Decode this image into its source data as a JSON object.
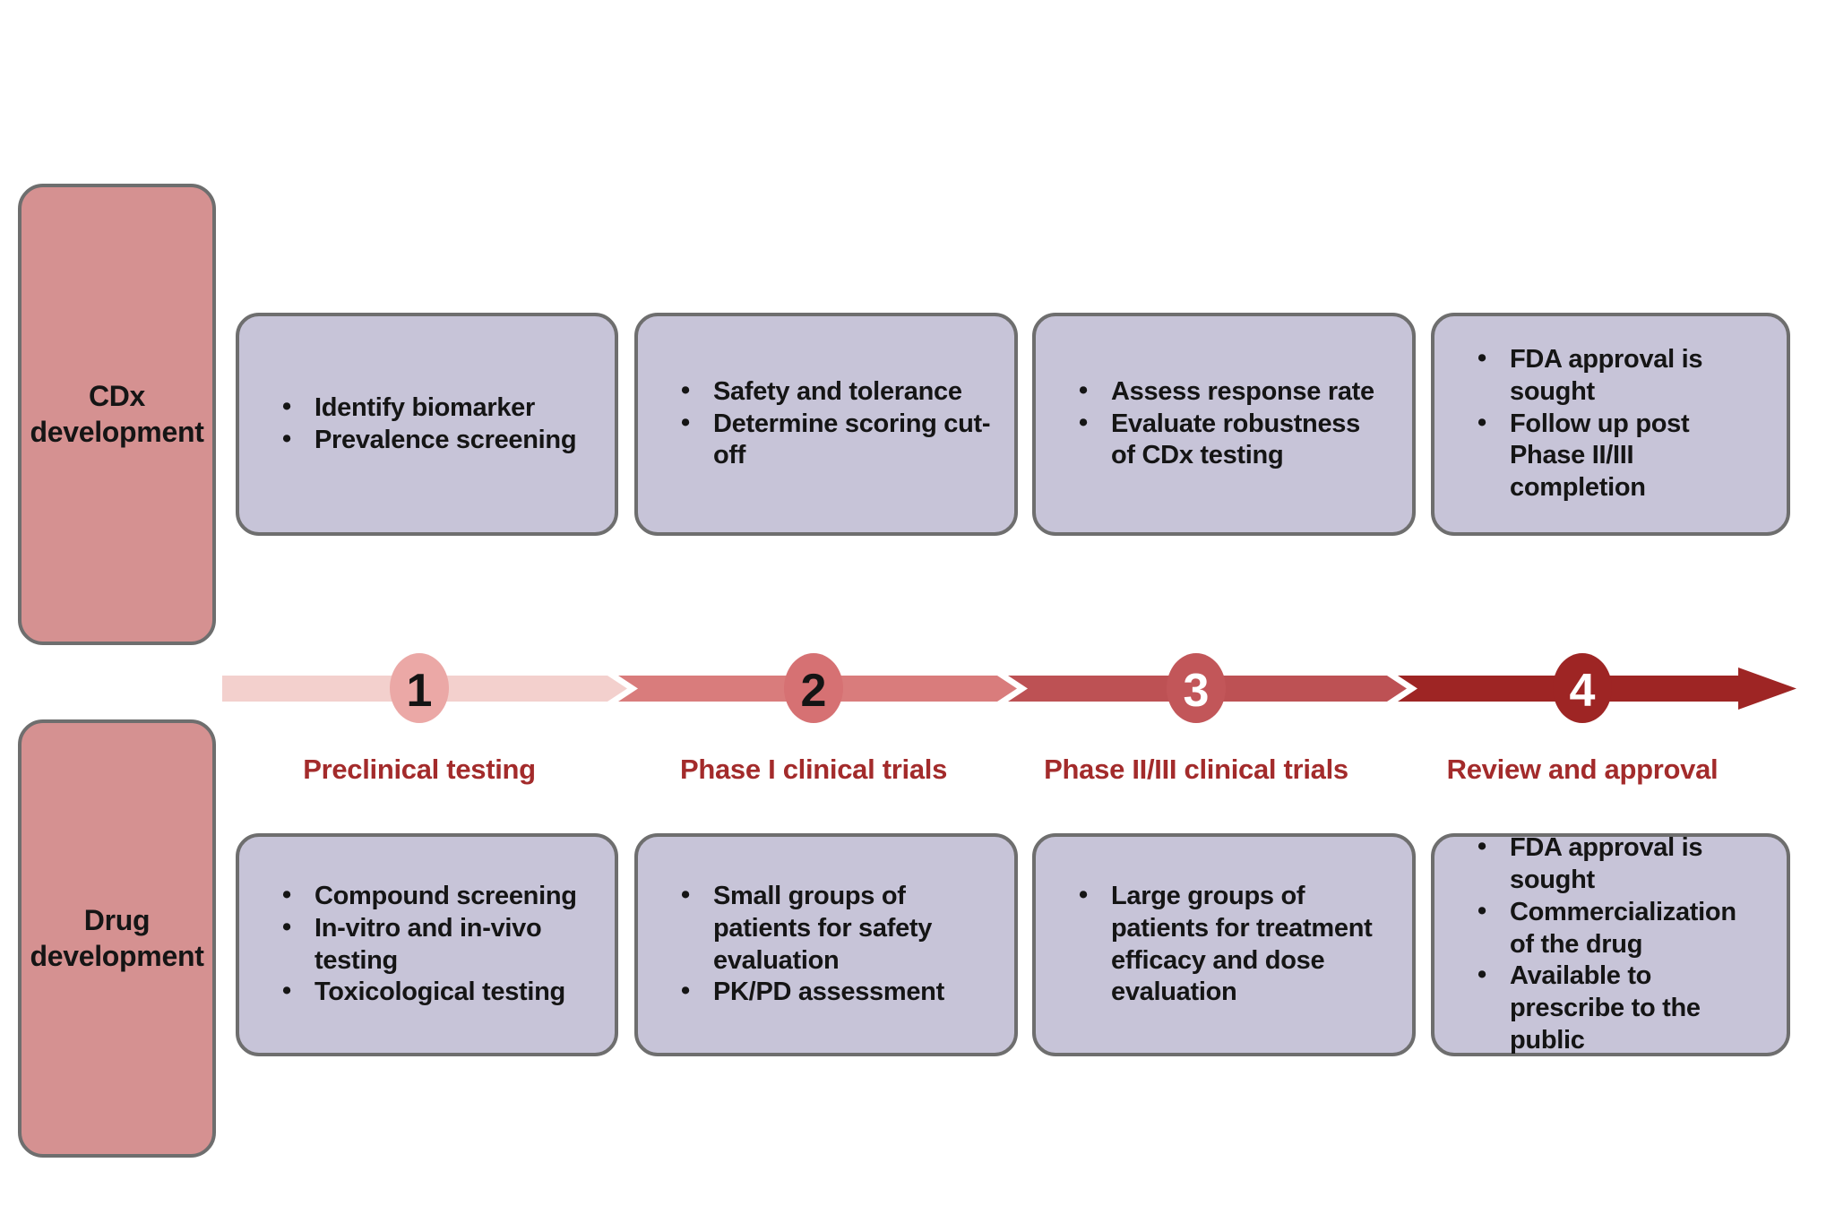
{
  "palette": {
    "side_box_fill": "#d59191",
    "card_fill": "#c7c4d8",
    "box_border": "#6e6e6e",
    "phase_label_color": "#a32b2b",
    "background": "#ffffff"
  },
  "cdx": {
    "label": "CDx development",
    "boxes": [
      {
        "items": [
          "Identify biomarker",
          "Prevalence screening"
        ]
      },
      {
        "items": [
          "Safety and tolerance",
          "Determine scoring cut-off"
        ]
      },
      {
        "items": [
          "Assess response rate",
          "Evaluate robustness of CDx testing"
        ]
      },
      {
        "items": [
          "FDA approval is sought",
          "Follow up post Phase II/III completion"
        ]
      }
    ]
  },
  "drug": {
    "label": "Drug development",
    "boxes": [
      {
        "items": [
          "Compound screening",
          "In-vitro and in-vivo testing",
          "Toxicological testing"
        ]
      },
      {
        "items": [
          "Small groups of patients for safety evaluation",
          "PK/PD assessment"
        ]
      },
      {
        "items": [
          "Large groups of patients for treatment efficacy and dose evaluation"
        ]
      },
      {
        "items": [
          "FDA approval is sought",
          "Commercialization of the drug",
          "Available to prescribe to the public"
        ]
      }
    ]
  },
  "timeline": {
    "phases": [
      {
        "number": "1",
        "label": "Preclinical testing",
        "segment_color": "#f3d0cd",
        "circle_color": "#eba8a6",
        "number_color": "#141414"
      },
      {
        "number": "2",
        "label": "Phase I clinical trials",
        "segment_color": "#d97c7c",
        "circle_color": "#d67173",
        "number_color": "#141414"
      },
      {
        "number": "3",
        "label": "Phase II/III clinical trials",
        "segment_color": "#bd5154",
        "circle_color": "#c25659",
        "number_color": "#ffffff"
      },
      {
        "number": "4",
        "label": "Review and approval",
        "segment_color": "#9e2524",
        "circle_color": "#9e2524",
        "number_color": "#ffffff"
      }
    ]
  }
}
